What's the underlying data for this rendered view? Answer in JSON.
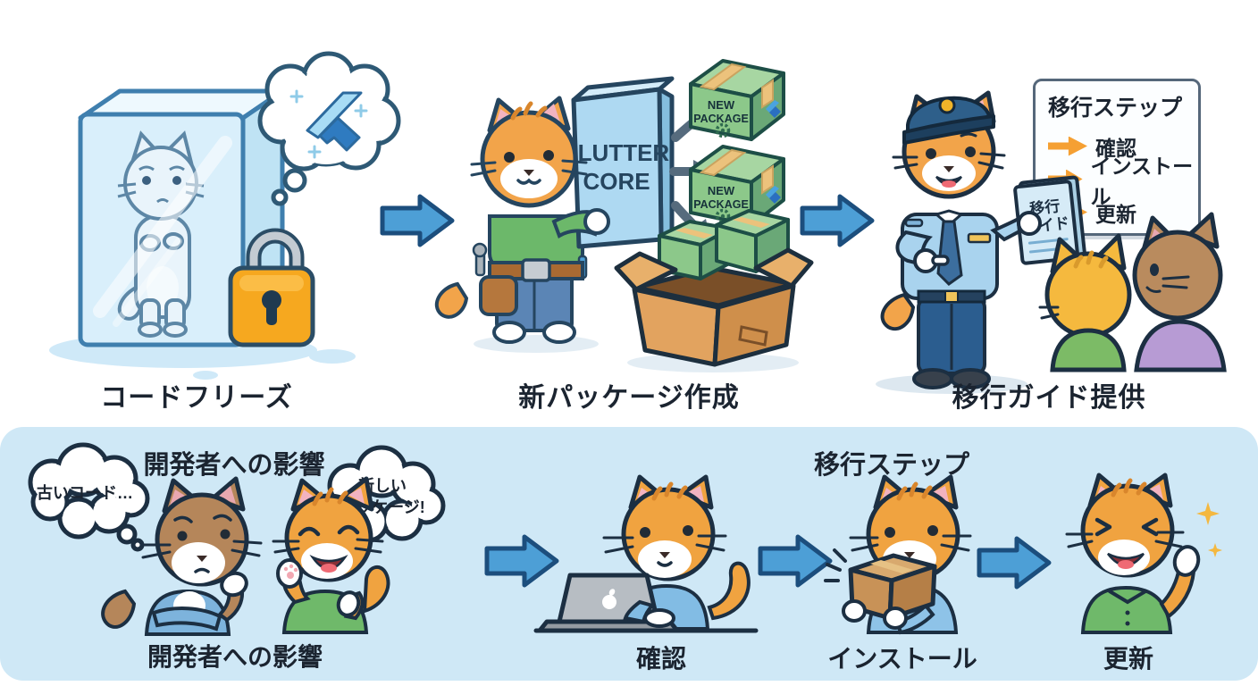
{
  "colors": {
    "background": "#ffffff",
    "bottom_panel_bg": "#cfe8f6",
    "flow_arrow_fill": "#4d9fd6",
    "flow_arrow_stroke": "#1c4e7d",
    "step_arrow_orange": "#f5a033",
    "text_dark": "#1b2430",
    "cat_orange": "#f0a340",
    "cat_brown": "#b5865a",
    "shirt_green": "#6fb96a",
    "shirt_blue": "#7db3dc",
    "police_shirt_blue": "#a9d3ee",
    "ice_blue": "#d9effb",
    "lock_gold": "#f6a81f",
    "package_green": "#8cc88a",
    "cardboard_tan": "#e2a35f",
    "core_slab_blue": "#aed9f2"
  },
  "top": {
    "labels": [
      "コードフリーズ",
      "新パッケージ作成",
      "移行ガイド提供"
    ],
    "core_line1": "FLUTTER",
    "core_line2": "CORE",
    "pkg_line1": "NEW",
    "pkg_line2": "PACKAGE",
    "guide_line1": "移行",
    "guide_line2": "ガイド",
    "panel": {
      "title": "移行ステップ",
      "items": [
        "確認",
        "インストール",
        "更新"
      ]
    }
  },
  "bottom": {
    "impact_heading": "開発者への影響",
    "impact_caption": "開発者への影響",
    "bubble_old": "古いコード…",
    "bubble_new_line1": "新しい",
    "bubble_new_line2": "パッケージ!",
    "steps_heading": "移行ステップ",
    "captions": [
      "確認",
      "インストール",
      "更新"
    ]
  }
}
